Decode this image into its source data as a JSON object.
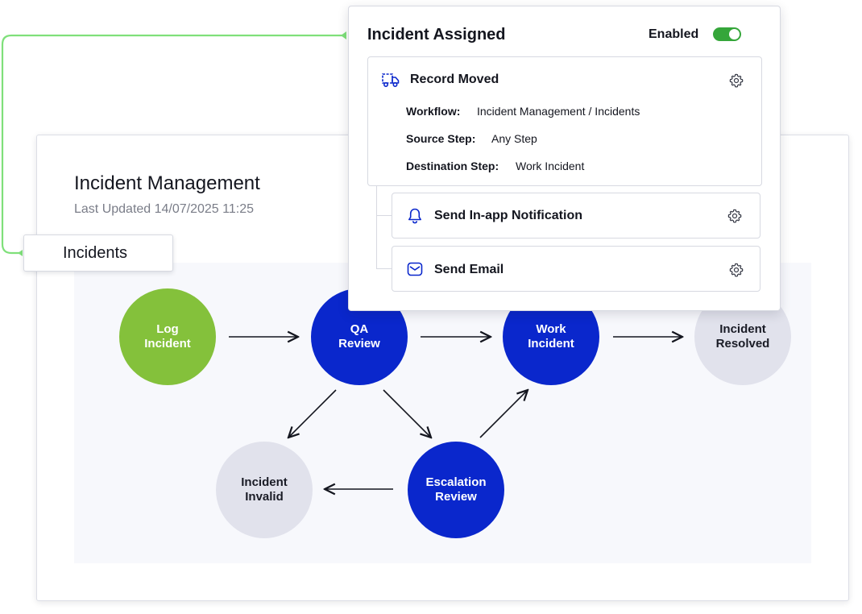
{
  "workflow": {
    "title": "Incident Management",
    "last_updated": "Last Updated 14/07/2025 11:25",
    "tab_label": "Incidents"
  },
  "nodes": {
    "log_incident": "Log\nIncident",
    "qa_review": "QA\nReview",
    "work_incident": "Work\nIncident",
    "incident_resolved": "Incident\nResolved",
    "incident_invalid": "Incident\nInvalid",
    "escalation_review": "Escalation\nReview"
  },
  "colors": {
    "active_node": "#0a27cc",
    "start_node": "#84c13b",
    "inactive_node": "#e1e2ec",
    "toggle_on": "#35a63a",
    "connector": "#7fe07a"
  },
  "panel": {
    "title": "Incident Assigned",
    "enabled_label": "Enabled",
    "enabled": true,
    "trigger": {
      "icon": "truck-icon",
      "title": "Record Moved",
      "details": [
        {
          "key": "Workflow:",
          "value": "Incident Management / Incidents"
        },
        {
          "key": "Source Step:",
          "value": "Any Step"
        },
        {
          "key": "Destination Step:",
          "value": "Work Incident"
        }
      ]
    },
    "actions": [
      {
        "icon": "bell-icon",
        "label": "Send In-app Notification"
      },
      {
        "icon": "envelope-icon",
        "label": "Send Email"
      }
    ]
  }
}
